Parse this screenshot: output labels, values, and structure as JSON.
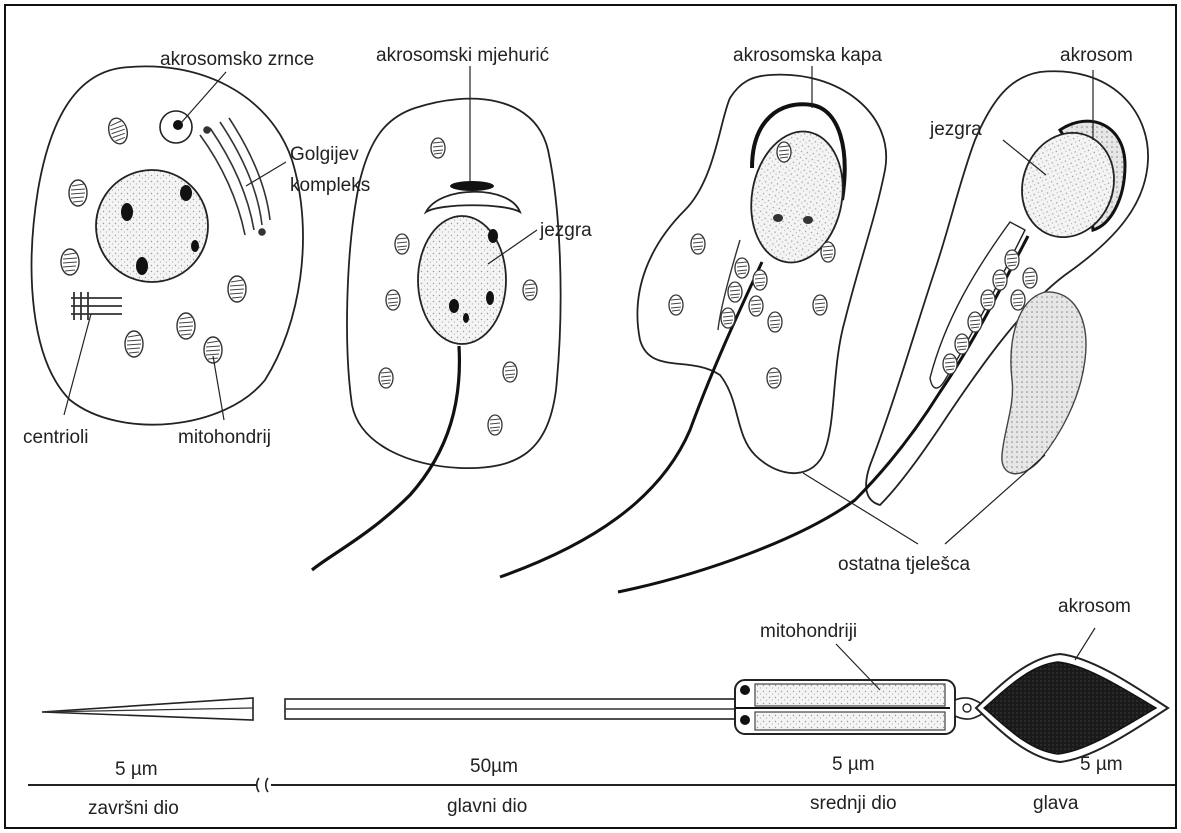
{
  "labels": {
    "akrosomsko_zrnce": "akrosomsko zrnce",
    "golgijev": "Golgijev",
    "kompleks": "kompleks",
    "centrioli": "centrioli",
    "mitohondrij": "mitohondrij",
    "akrosomski_mjehuric": "akrosomski mjehurić",
    "jezgra_1": "jezgra",
    "akrosomska_kapa": "akrosomska kapa",
    "akrosom_1": "akrosom",
    "jezgra_2": "jezgra",
    "ostatna_tjelesca": "ostatna tjelešca",
    "mitohondriji": "mitohondriji",
    "akrosom_2": "akrosom"
  },
  "scale": {
    "segments": [
      {
        "length": "5 µm",
        "name": "završni dio"
      },
      {
        "length": "50µm",
        "name": "glavni dio"
      },
      {
        "length": "5 µm",
        "name": "srednji dio"
      },
      {
        "length": "5 µm",
        "name": "glava"
      }
    ]
  }
}
